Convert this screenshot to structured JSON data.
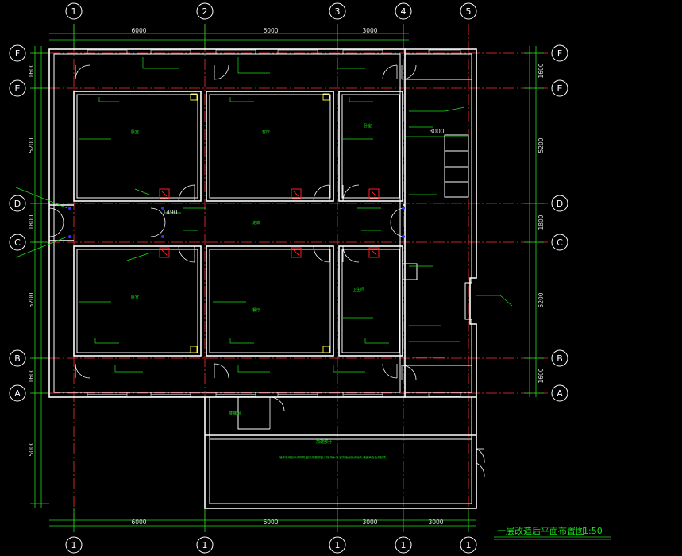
{
  "title": "一层改造后平面布置图",
  "scale": "1:50",
  "axes_x": [
    "1",
    "2",
    "3",
    "4",
    "5"
  ],
  "axes_y": [
    "F",
    "E",
    "D",
    "C",
    "B",
    "A"
  ],
  "dims_top": [
    "6000",
    "6000",
    "3000"
  ],
  "dims_bottom": [
    "6000",
    "6000",
    "3000",
    "3000"
  ],
  "dims_left": [
    "1600",
    "5200",
    "1800",
    "5200",
    "1600",
    "5000"
  ],
  "dims_right": [
    "1600",
    "5200",
    "1800",
    "5200",
    "1600"
  ],
  "dim_inner_3000": "3000",
  "dim_1490": "1490",
  "rooms": {
    "upper_left": "卧室",
    "upper_mid": "客厅",
    "upper_right": "卧室",
    "lower_left": "卧室",
    "lower_mid": "餐厅",
    "lower_right": "卫生间",
    "corridor": "走廊",
    "stair": "楼梯间",
    "annex": "加建部分"
  },
  "annex_note": "墙体采用加气块砌筑,窗采用塑钢窗,门采用木门,室内地面铺设地砖,墙面刷白色乳胶漆。"
}
